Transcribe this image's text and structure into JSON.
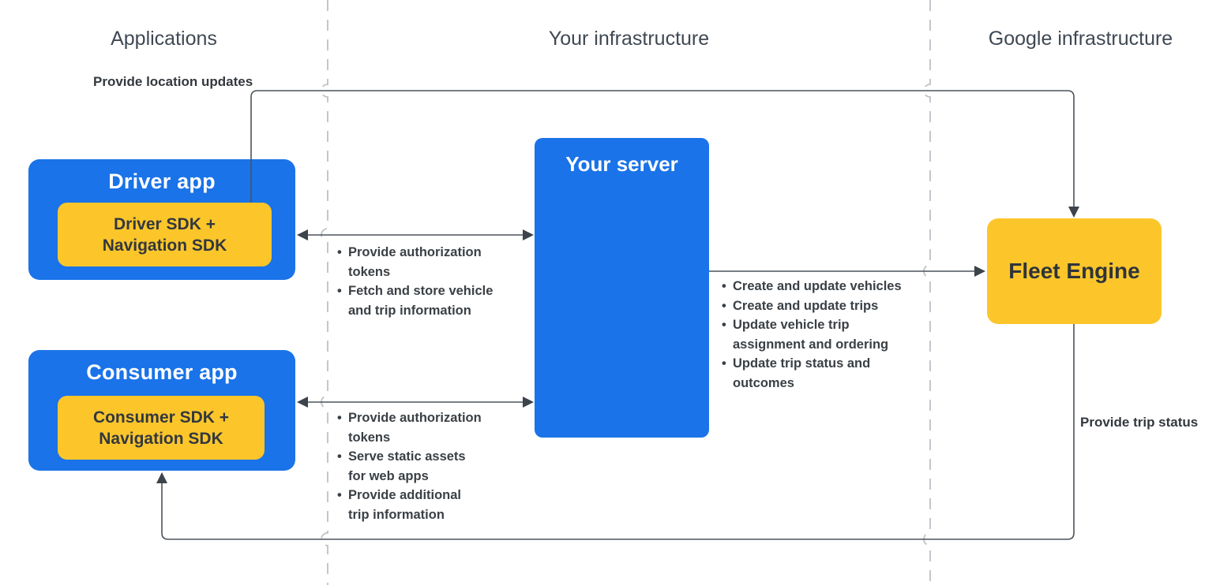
{
  "columns": [
    {
      "label": "Applications"
    },
    {
      "label": "Your infrastructure"
    },
    {
      "label": "Google infrastructure"
    }
  ],
  "nodes": {
    "driver_app": {
      "title": "Driver app",
      "sdk": "Driver SDK +\nNavigation SDK"
    },
    "consumer_app": {
      "title": "Consumer app",
      "sdk": "Consumer SDK +\nNavigation SDK"
    },
    "your_server": {
      "title": "Your server"
    },
    "fleet_engine": {
      "title": "Fleet Engine"
    }
  },
  "edges": {
    "provide_location_updates": {
      "label": "Provide location updates"
    },
    "provide_trip_status": {
      "label": "Provide trip status"
    },
    "driver_to_server": {
      "items": [
        "Provide authorization\ntokens",
        "Fetch and store vehicle\nand trip information"
      ]
    },
    "consumer_to_server": {
      "items": [
        "Provide authorization\ntokens",
        "Serve static assets\nfor web apps",
        "Provide additional\ntrip information"
      ]
    },
    "server_to_fleet": {
      "items": [
        "Create and update vehicles",
        "Create and update trips",
        "Update vehicle trip\nassignment and ordering",
        "Update trip status and\noutcomes"
      ]
    }
  },
  "colors": {
    "node_blue": "#1a73e8",
    "node_yellow": "#fcc62b",
    "text_on_blue": "#ffffff",
    "text_dark": "#3a4045",
    "heading": "#3f4853",
    "connector": "#4b535b",
    "divider": "#c3c7cc"
  }
}
